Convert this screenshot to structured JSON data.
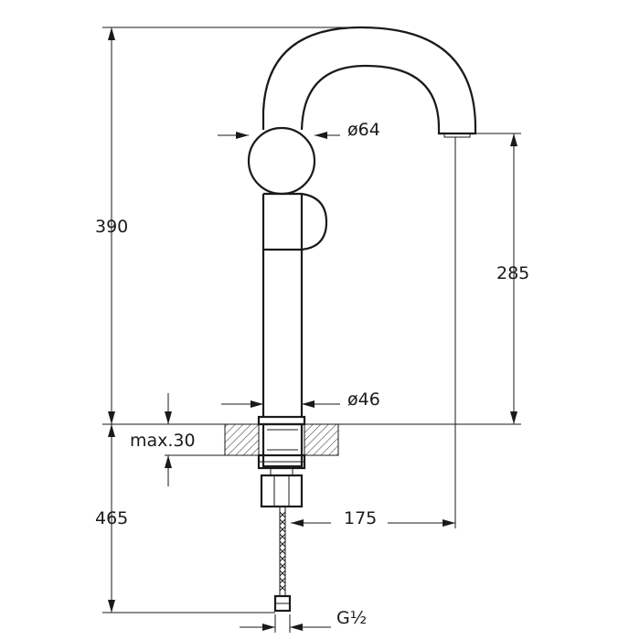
{
  "dimensions": {
    "total_height_above": "390",
    "total_height_below": "465",
    "spout_height": "285",
    "reach": "175",
    "handle_diameter": "ø64",
    "body_diameter": "ø46",
    "max_thickness": "max.30",
    "connection": "G½"
  }
}
